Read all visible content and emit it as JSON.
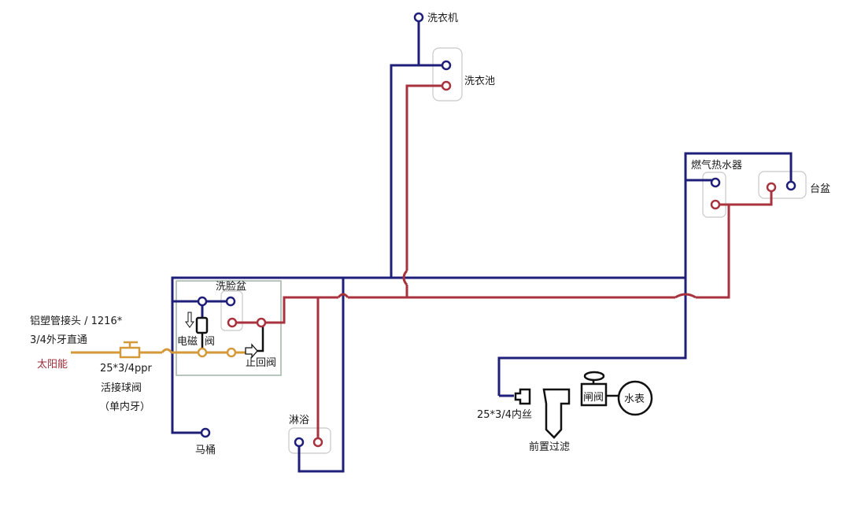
{
  "colors": {
    "cold_water": "#1f1f7a",
    "hot_water": "#a8323e",
    "solar_supply": "#d49a3a",
    "fitting": "#111111"
  },
  "labels": {
    "washing_machine": "洗衣机",
    "laundry_sink": "洗衣池",
    "gas_water_heater": "燃气热水器",
    "counter_basin": "台盆",
    "wash_basin": "洗脸盆",
    "solenoid_1": "电磁",
    "solenoid_2": "阀",
    "check_valve": "止回阀",
    "pipe_connector_line1": "铝塑管接头 / 1216*",
    "pipe_connector_line2": "3/4外牙直通",
    "solar": "太阳能",
    "ball_valve_spec": "25*3/4ppr",
    "ball_valve_name": "活接球阀",
    "ball_valve_note": "（单内牙）",
    "toilet": "马桶",
    "shower": "淋浴",
    "inner_thread": "25*3/4内丝",
    "prefilter": "前置过滤",
    "gate_valve": "闸阀",
    "water_meter": "水表"
  }
}
